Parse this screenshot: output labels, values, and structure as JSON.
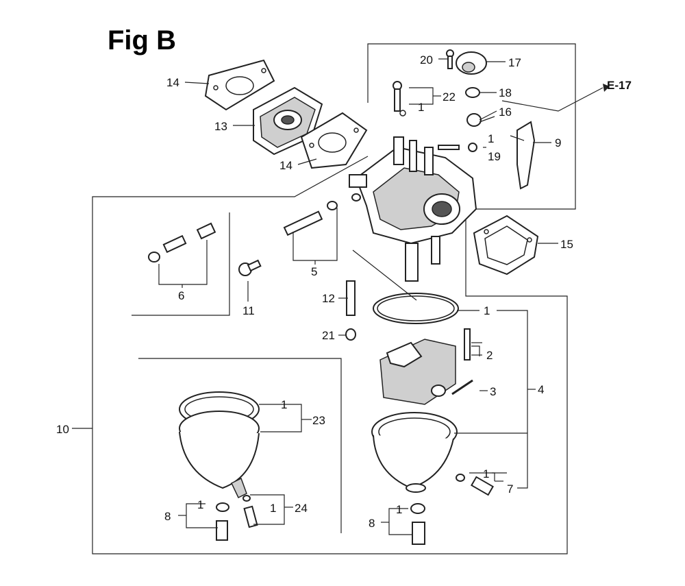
{
  "figure": {
    "title": "Fig B",
    "reference": "E-17"
  },
  "callouts": {
    "c14a": "14",
    "c13": "13",
    "c14b": "14",
    "c20": "20",
    "c17": "17",
    "c22": "22",
    "c1a": "1",
    "c18": "18",
    "c16": "16",
    "c1b": "1",
    "c19": "19",
    "c9": "9",
    "c15": "15",
    "c6": "6",
    "c5": "5",
    "c11": "11",
    "c12": "12",
    "c21": "21",
    "c1c": "1",
    "c2": "2",
    "c3": "3",
    "c4": "4",
    "c10": "10",
    "c1d": "1",
    "c23": "23",
    "c1e": "1",
    "c7": "7",
    "c8a": "8",
    "c1f": "1",
    "c1g": "1",
    "c24": "24",
    "c8b": "8",
    "c1h": "1"
  }
}
